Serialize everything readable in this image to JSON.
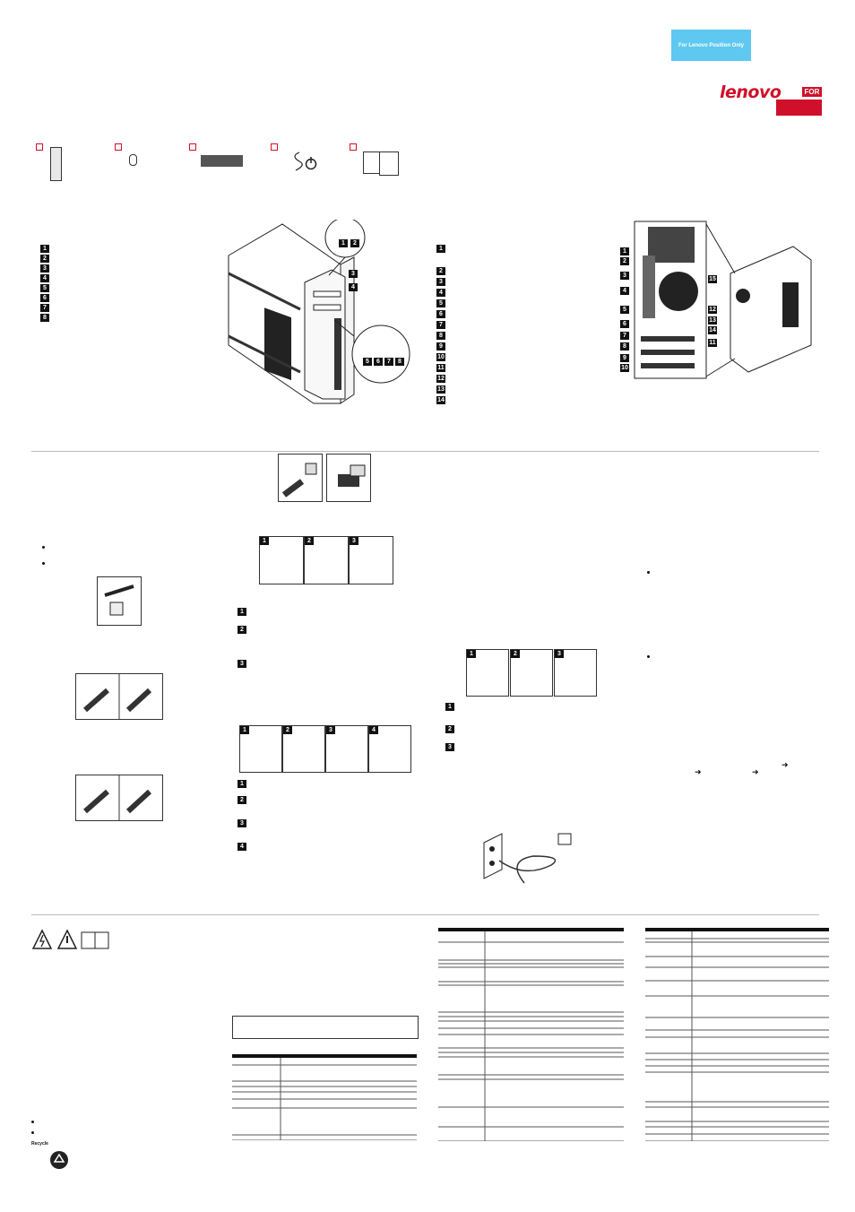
{
  "header": {
    "fpo_label": "For Lenovo Position Only",
    "logo_text": "lenovo",
    "logo_suffix": "FOR"
  },
  "front_callouts": [
    "1",
    "2",
    "3",
    "4",
    "5",
    "6",
    "7",
    "8"
  ],
  "front_panel_callouts": [
    "1",
    "2",
    "3",
    "4",
    "5",
    "6",
    "7",
    "8"
  ],
  "rear_callouts": [
    "1",
    "2",
    "3",
    "4",
    "5",
    "6",
    "7",
    "8",
    "9",
    "10",
    "11",
    "12",
    "13",
    "14"
  ],
  "rear_panel_callouts": [
    "1",
    "2",
    "3",
    "4",
    "5",
    "6",
    "7",
    "8",
    "9",
    "10",
    "11",
    "12",
    "13",
    "14",
    "15"
  ],
  "modem_steps": [
    "1",
    "2",
    "3"
  ],
  "audio_steps": [
    "1",
    "2",
    "3",
    "4"
  ],
  "monitor_steps": [
    "1",
    "2",
    "3"
  ],
  "recycle_caption": "Recycle"
}
